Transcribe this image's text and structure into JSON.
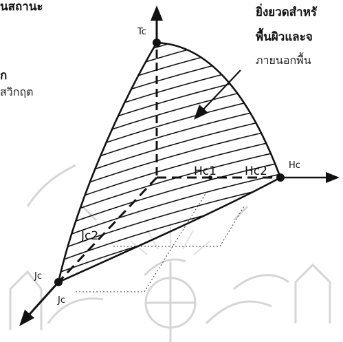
{
  "text": {
    "top_left_fragment": "นสถานะ",
    "left_mid_fragment": "ก",
    "left_lower_fragment": "สวิกฤต",
    "right_line1": "ยิ่งยวดสำหรั",
    "right_line2": "พื้นผิวและจ",
    "right_line3": "ภายนอกพื้น"
  },
  "labels": {
    "tc_axis": "Tc",
    "hc_axis": "Hc",
    "jc_axis": "Jc",
    "hc1": "Hc1",
    "hc2": "Hc2",
    "jc2": "Jc2",
    "jc_point": "Jc",
    "jc_bottom": "Jc"
  },
  "colors": {
    "ink": "#111111",
    "watermark": "#d9d9d9",
    "background": "#ffffff"
  }
}
